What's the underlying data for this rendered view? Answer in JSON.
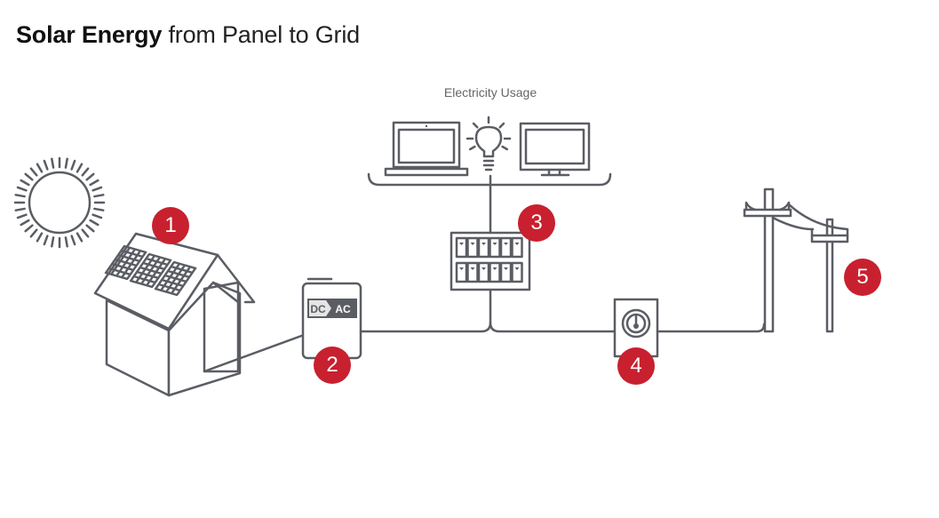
{
  "title": {
    "bold": "Solar Energy",
    "rest": " from Panel to Grid"
  },
  "usage_label": "Electricity Usage",
  "inverter": {
    "dc": "DC",
    "ac": "AC"
  },
  "steps": [
    {
      "number": "1",
      "component": "solar-panels-house"
    },
    {
      "number": "2",
      "component": "inverter"
    },
    {
      "number": "3",
      "component": "breaker-panel"
    },
    {
      "number": "4",
      "component": "utility-meter"
    },
    {
      "number": "5",
      "component": "utility-grid"
    }
  ],
  "colors": {
    "badge": "#c8202f",
    "line": "#5b5d64"
  },
  "icons": [
    "sun-icon",
    "house-icon",
    "solar-panel-icon",
    "inverter-icon",
    "breaker-panel-icon",
    "laptop-icon",
    "lightbulb-icon",
    "monitor-icon",
    "meter-icon",
    "power-pole-icon"
  ]
}
